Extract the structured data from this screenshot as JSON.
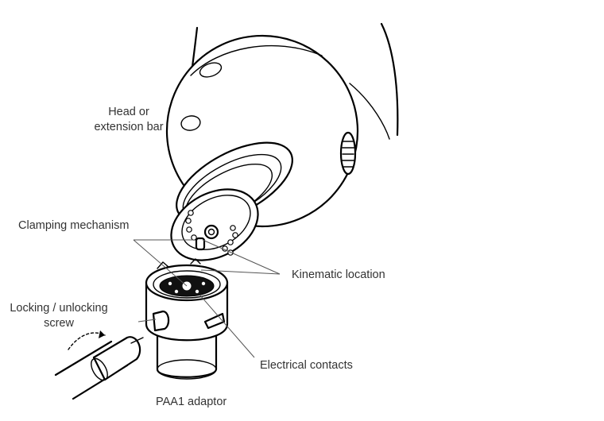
{
  "labels": {
    "head": [
      "Head or",
      "extension bar"
    ],
    "clamping": "Clamping mechanism",
    "locking": [
      "Locking / unlocking",
      "screw"
    ],
    "kinematic": "Kinematic location",
    "electrical": "Electrical contacts",
    "adaptor": "PAA1 adaptor"
  }
}
